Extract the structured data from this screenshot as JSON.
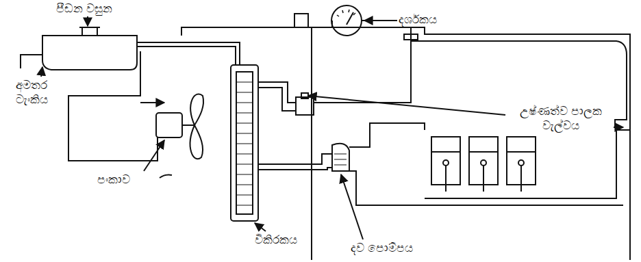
{
  "diagram": {
    "labels": [
      "පීඩන වසුන",
      "දර්ශකය",
      "අමතර ටැංකිය",
      "උෂ්ණත්ව පාලක වැල්වය",
      "පංකාව",
      "විකිරකය",
      "දව පොම්පය"
    ]
  }
}
